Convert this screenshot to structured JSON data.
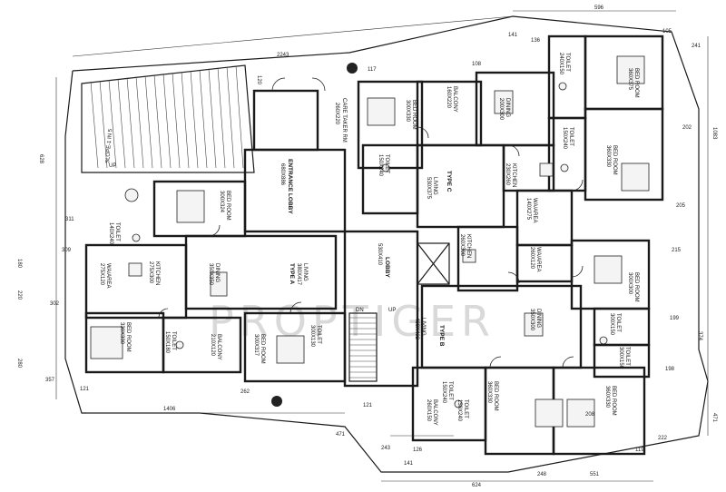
{
  "watermark": "PROPTIGER",
  "labels": {
    "slope": "SLOPE-1 IN 5",
    "entrance_lobby": "ENTRANCE LOBBY",
    "entrance_lobby_dim": "680X886",
    "lobby": "LOBBY",
    "lobby_dim": "530X410",
    "caretaker": "CARE TAKER RM",
    "caretaker_dim": "260X220",
    "up1": "UP",
    "up2": "UP",
    "dn": "DN",
    "type_a": "TYPE A",
    "type_b": "TYPE B",
    "type_c": "TYPE C",
    "rooms": [
      {
        "name": "BED ROOM",
        "dim": "300X324"
      },
      {
        "name": "TOILET",
        "dim": "140X240"
      },
      {
        "name": "WA/AREA",
        "dim": "275X120"
      },
      {
        "name": "KITCHEN",
        "dim": "275X300"
      },
      {
        "name": "DINING",
        "dim": "350X350"
      },
      {
        "name": "LIVING",
        "dim": "380X417"
      },
      {
        "name": "BED ROOM",
        "dim": "330X330"
      },
      {
        "name": "TOILET",
        "dim": "150X180"
      },
      {
        "name": "BALCONY",
        "dim": "210X120"
      },
      {
        "name": "BED ROOM",
        "dim": "300X317"
      },
      {
        "name": "TOILET",
        "dim": "300X130"
      },
      {
        "name": "BED ROOM",
        "dim": "300X330"
      },
      {
        "name": "BALCONY",
        "dim": "160X220"
      },
      {
        "name": "TOILET",
        "dim": "150X240"
      },
      {
        "name": "LIVING",
        "dim": "530X375"
      },
      {
        "name": "DINING",
        "dim": "200X300"
      },
      {
        "name": "KITCHEN",
        "dim": "230X260"
      },
      {
        "name": "WA/AREA",
        "dim": "140X275"
      },
      {
        "name": "BED ROOM",
        "dim": "360X375"
      },
      {
        "name": "TOILET",
        "dim": "240X150"
      },
      {
        "name": "BED ROOM",
        "dim": "360X330"
      },
      {
        "name": "TOILET",
        "dim": "150X240"
      },
      {
        "name": "KITCHEN",
        "dim": "260X300"
      },
      {
        "name": "WA/AREA",
        "dim": "260X120"
      },
      {
        "name": "TOILET",
        "dim": "150X240"
      },
      {
        "name": "BED ROOM",
        "dim": "300X300"
      },
      {
        "name": "DINING",
        "dim": "350X300"
      },
      {
        "name": "LIVING",
        "dim": "460X402"
      },
      {
        "name": "TOILET",
        "dim": "300X150"
      },
      {
        "name": "TOILET",
        "dim": "300X150"
      },
      {
        "name": "BED ROOM",
        "dim": "360X330"
      },
      {
        "name": "BED ROOM",
        "dim": "360X330"
      },
      {
        "name": "BALCONY",
        "dim": "260X150"
      },
      {
        "name": "TOILET",
        "dim": "150X240"
      }
    ]
  },
  "dimensions": {
    "d596": "596",
    "d2243": "2243",
    "d136": "136",
    "d141": "141",
    "d105": "105",
    "d241": "241",
    "d202": "202",
    "d205": "205",
    "d215": "215",
    "d1083": "1083",
    "d199": "199",
    "d374": "374",
    "d198": "198",
    "d471a": "471",
    "d222": "222",
    "d119": "119",
    "d248": "248",
    "d624": "624",
    "d551": "551",
    "d1406": "1406",
    "d471b": "471",
    "d357": "357",
    "d302": "302",
    "d309": "309",
    "d311": "311",
    "d628": "628",
    "d180": "180",
    "d220": "220",
    "d280": "280",
    "d121a": "121",
    "d121b": "121",
    "d126": "126",
    "d141b": "141",
    "d120": "120",
    "d117": "117",
    "d108": "108",
    "d243": "243",
    "d262": "262",
    "d208": "208"
  }
}
